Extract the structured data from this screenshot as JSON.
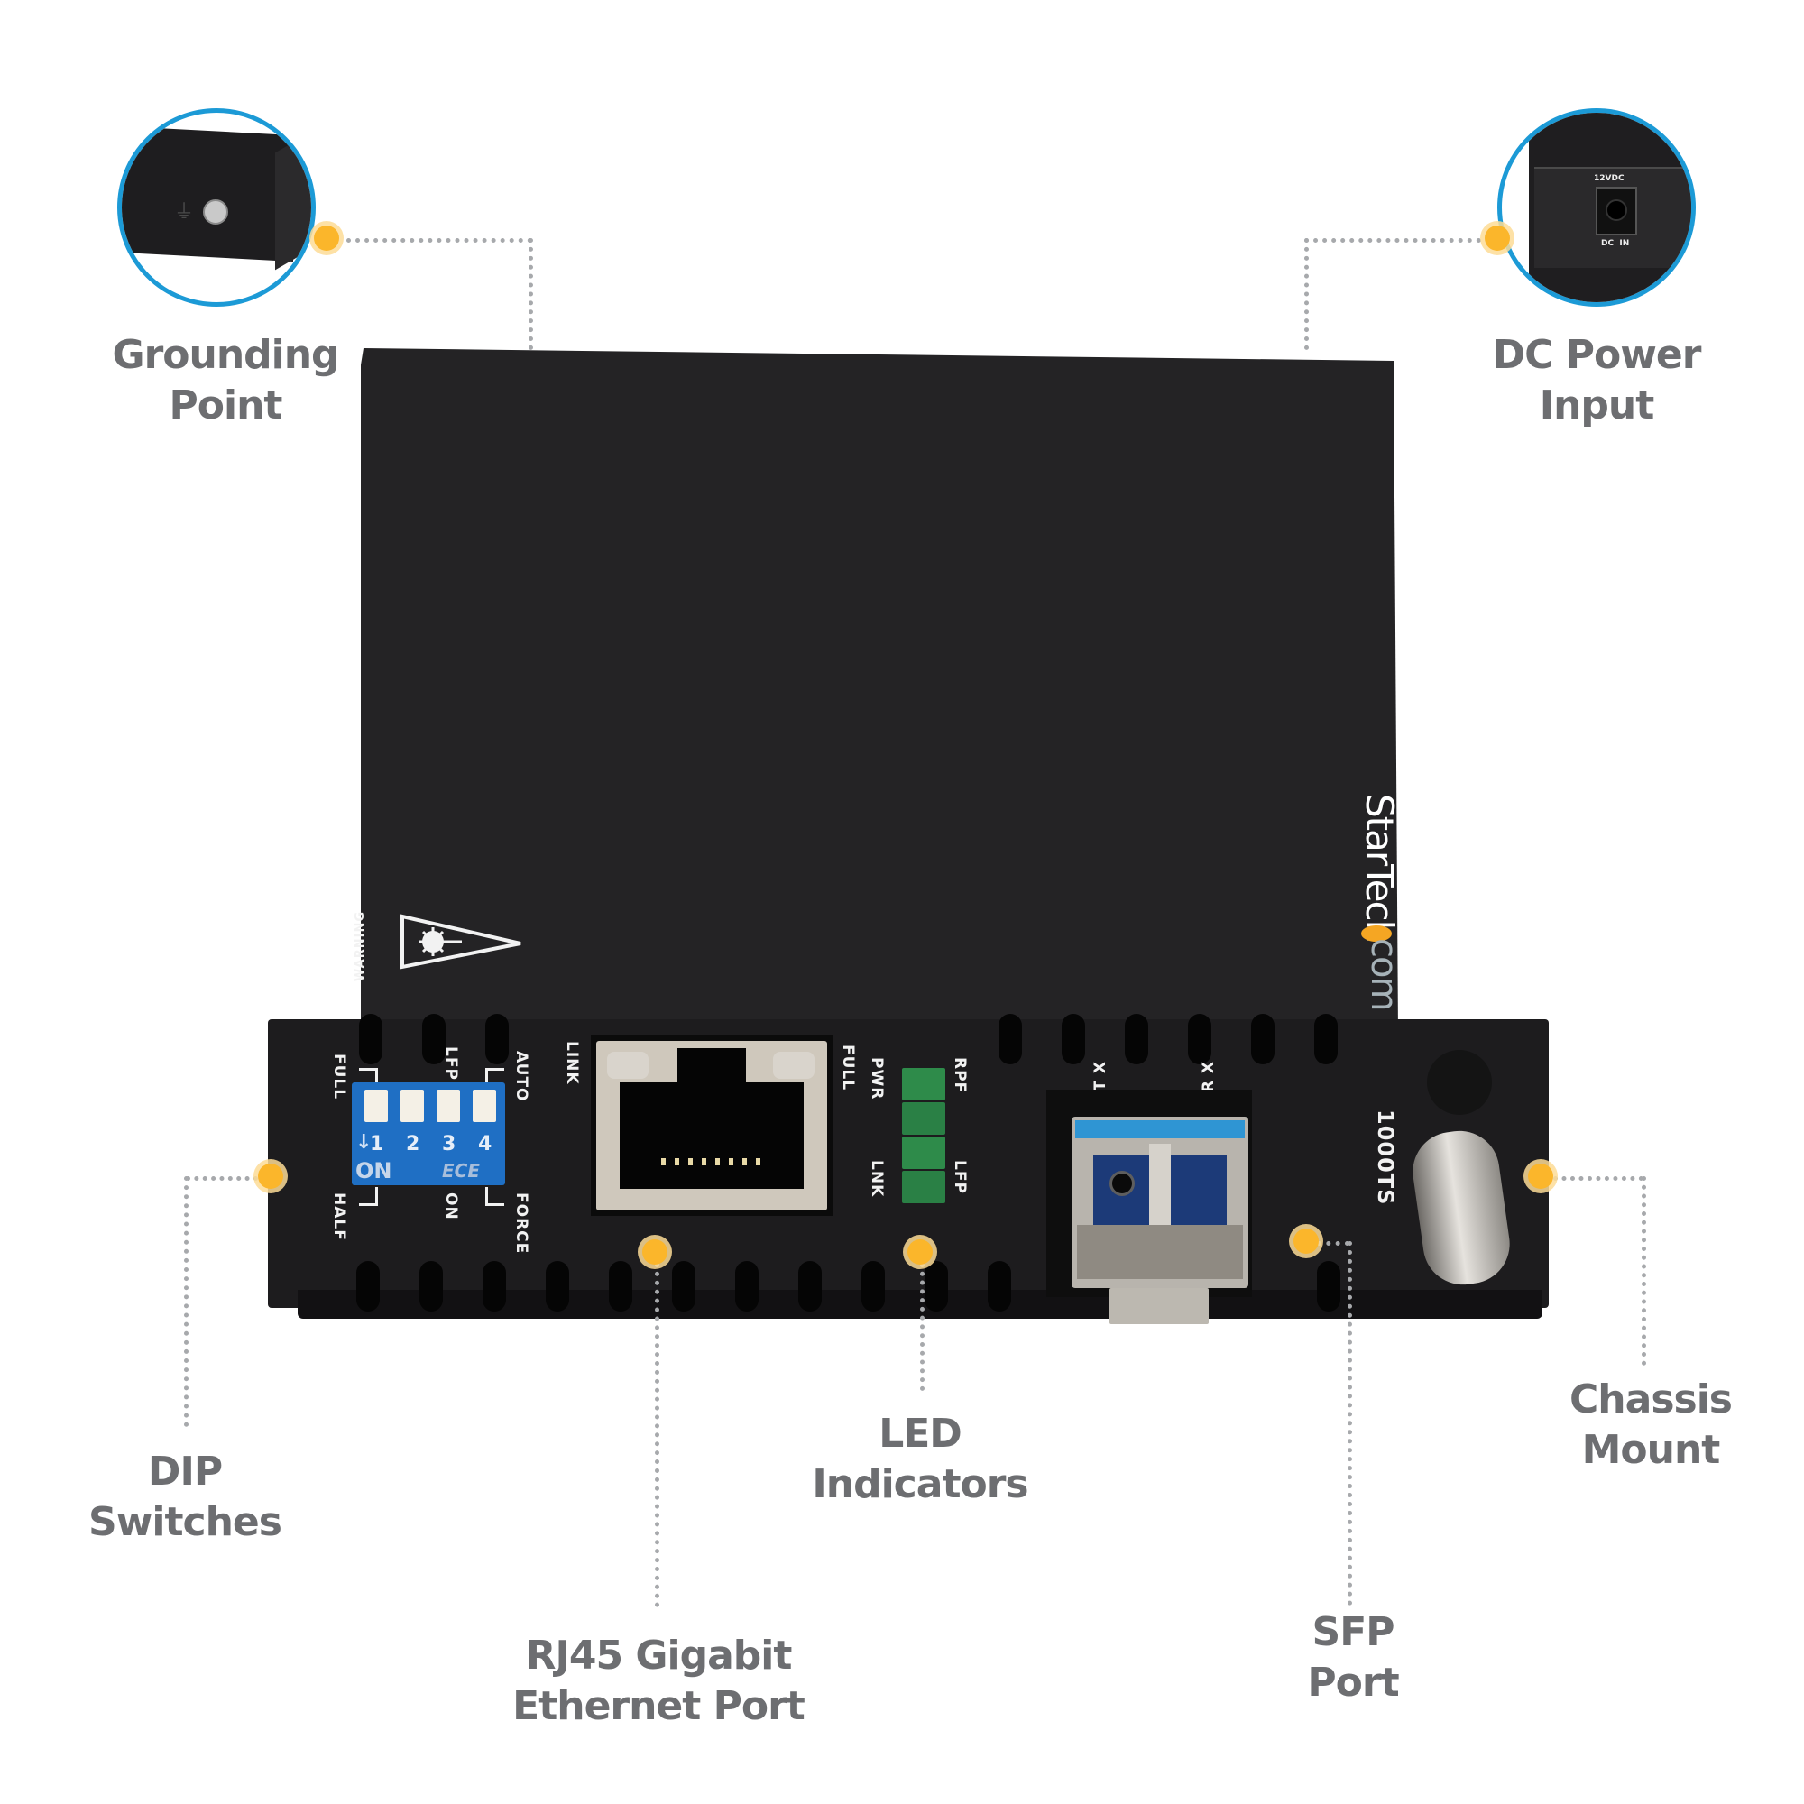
{
  "title": "StarTech.com Fiber Media Converter Feature Callouts",
  "colors": {
    "callout_marker": "#fbb62b",
    "inset_ring": "#1c9ad6",
    "label_text": "#6d6e71",
    "device_body": "#1d1c1e",
    "led_green": "#2e8b4a",
    "dip_blue": "#1f6fc4",
    "logo_orange": "#f5a623"
  },
  "callouts": {
    "grounding_point": {
      "line1": "Grounding",
      "line2": "Point"
    },
    "dc_power_input": {
      "line1": "DC Power",
      "line2": "Input"
    },
    "dip_switches": {
      "line1": "DIP",
      "line2": "Switches"
    },
    "rj45_port": {
      "line1": "RJ45 Gigabit",
      "line2": "Ethernet Port"
    },
    "led_indicators": {
      "line1": "LED",
      "line2": "Indicators"
    },
    "sfp_port": {
      "line1": "SFP",
      "line2": "Port"
    },
    "chassis_mount": {
      "line1": "Chassis",
      "line2": "Mount"
    }
  },
  "insets": {
    "dc_power": {
      "voltage_label": "12VDC",
      "jack_label": "DC  IN"
    },
    "grounding": {
      "symbol": "⏚"
    }
  },
  "device": {
    "brand_main": "StarTech",
    "brand_suffix": "com",
    "warning_label": "WARNING",
    "model_label": "1000TS",
    "dip": {
      "top_labels": [
        "FULL",
        "LFP",
        "AUTO"
      ],
      "bottom_labels": [
        "HALF",
        "ON",
        "FORCE"
      ],
      "numbers": [
        "1",
        "2",
        "3",
        "4"
      ],
      "on_label": "ON",
      "brand_mark": "ECE"
    },
    "rj45": {
      "left_label": "LINK",
      "right_label": "FULL"
    },
    "leds": {
      "left_top": "PWR",
      "left_bottom": "LNK",
      "right_top": "RPF",
      "right_bottom": "LFP"
    },
    "sfp": {
      "tx_label": "T X",
      "rx_label": "R X"
    }
  }
}
